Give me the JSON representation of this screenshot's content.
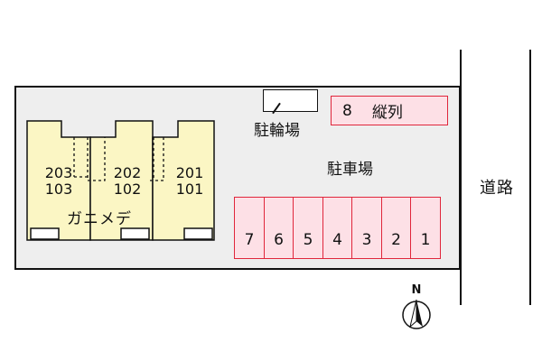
{
  "diagram": {
    "road_label": "道路",
    "parking_label": "駐車場",
    "bicycle_label": "駐輪場",
    "building_name": "ガニメデ",
    "units": [
      {
        "upper": "203",
        "lower": "103"
      },
      {
        "upper": "202",
        "lower": "102"
      },
      {
        "upper": "201",
        "lower": "101"
      }
    ],
    "parallel_space": {
      "number": "8",
      "label": "縦列"
    },
    "parking_spaces": [
      "7",
      "6",
      "5",
      "4",
      "3",
      "2",
      "1"
    ],
    "compass_label": "N",
    "colors": {
      "parking_fill": "#fde0e6",
      "parking_border": "#e0263b",
      "building_fill": "#fbf6c4",
      "lot_fill": "#eeeeee"
    },
    "icons": {
      "compass": "north-arrow-icon"
    }
  }
}
